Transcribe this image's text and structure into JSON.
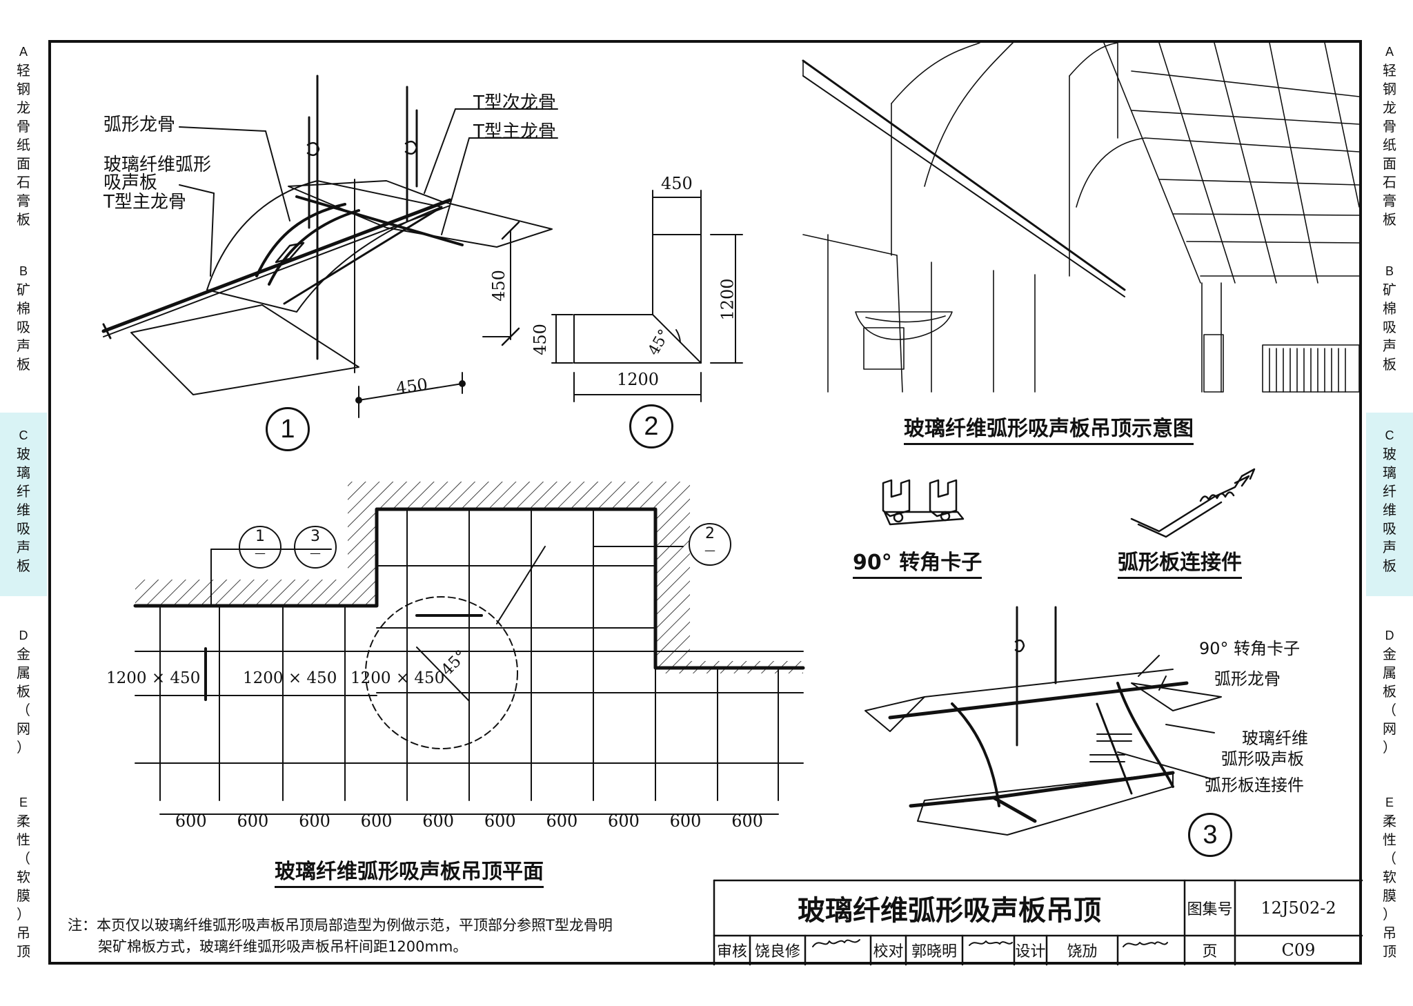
{
  "side_tabs": [
    {
      "letter": "A",
      "text": [
        "轻",
        "钢",
        "龙",
        "骨",
        "纸",
        "面",
        "石",
        "膏",
        "板"
      ]
    },
    {
      "letter": "B",
      "text": [
        "矿",
        "棉",
        "吸",
        "声",
        "板"
      ]
    },
    {
      "letter": "C",
      "text": [
        "玻",
        "璃",
        "纤",
        "维",
        "吸",
        "声",
        "板"
      ]
    },
    {
      "letter": "D",
      "text": [
        "金",
        "属",
        "板",
        "（",
        "网",
        "）"
      ]
    },
    {
      "letter": "E",
      "text": [
        "柔",
        "性",
        "（",
        "软",
        "膜",
        "）",
        "吊",
        "顶"
      ]
    }
  ],
  "detail1": {
    "labels": {
      "arc_keel": "弧形龙骨",
      "panel_line1": "玻璃纤维弧形",
      "panel_line2": "吸声板",
      "t_main_left": "T型主龙骨",
      "t_secondary": "T型次龙骨",
      "t_main_right": "T型主龙骨"
    },
    "dims": {
      "vertical": "450",
      "horizontal": "450"
    },
    "number": "1"
  },
  "detail2": {
    "dims": {
      "top": "450",
      "left": "450",
      "right": "1200",
      "bottom": "1200",
      "angle": "45°"
    },
    "number": "2"
  },
  "perspective_caption": "玻璃纤维弧形吸声板吊顶示意图",
  "clip_caption": "90° 转角卡子",
  "connector_caption": "弧形板连接件",
  "detail3": {
    "labels": {
      "clip": "90° 转角卡子",
      "arc_keel": "弧形龙骨",
      "panel_line1": "玻璃纤维",
      "panel_line2": "弧形吸声板",
      "connector": "弧形板连接件"
    },
    "number": "3"
  },
  "plan": {
    "caption": "玻璃纤维弧形吸声板吊顶平面",
    "panel_labels": [
      "1200 × 450",
      "1200 × 450",
      "1200 × 450"
    ],
    "angle": "45°",
    "refs": [
      {
        "top": "1",
        "bottom": "—"
      },
      {
        "top": "3",
        "bottom": "—"
      },
      {
        "top": "2",
        "bottom": "—"
      }
    ],
    "spacing": [
      "600",
      "600",
      "600",
      "600",
      "600",
      "600",
      "600",
      "600",
      "600",
      "600"
    ]
  },
  "note": {
    "line1": "注：本页仅以玻璃纤维弧形吸声板吊顶局部造型为例做示范，平顶部分参照T型龙骨明",
    "line2": "架矿棉板方式，玻璃纤维弧形吸声板吊杆间距1200mm。"
  },
  "title_block": {
    "title": "玻璃纤维弧形吸声板吊顶",
    "atlas_label": "图集号",
    "atlas_no": "12J502-2",
    "review_label": "审核",
    "reviewer": "饶良修",
    "check_label": "校对",
    "checker": "郭晓明",
    "design_label": "设计",
    "designer": "饶劢",
    "page_label": "页",
    "page_no": "C09"
  }
}
